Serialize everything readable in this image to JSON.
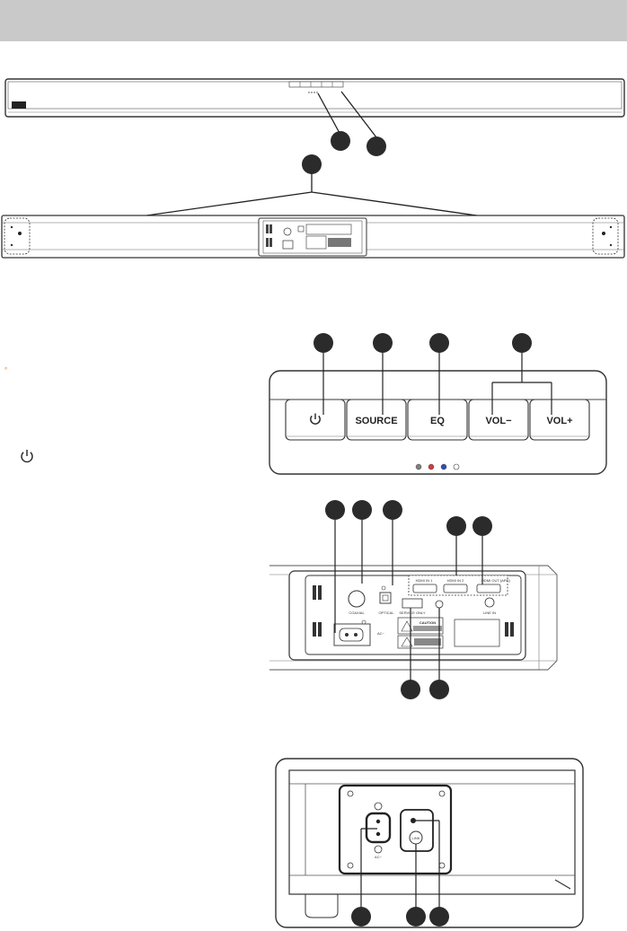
{
  "page": {
    "header_band": ""
  },
  "soundbar_panel": {
    "buttons": [
      {
        "label": "",
        "icon": "power-icon"
      },
      {
        "label": "SOURCE"
      },
      {
        "label": "EQ"
      },
      {
        "label": "VOL−"
      },
      {
        "label": "VOL+"
      }
    ],
    "indicator_colors": [
      "#808080",
      "#d23c3c",
      "#2f4fb0",
      "#ffffff"
    ]
  },
  "rear_panel": {
    "port_labels": {
      "coaxial": "COAXIAL",
      "optical": "OPTICAL",
      "hdmi_in_1": "HDMI IN 1",
      "hdmi_in_2": "HDMI IN 2",
      "hdmi_out": "HDMI OUT (ARC)",
      "service": "SERVICE ONLY",
      "line_in": "LINE IN",
      "ac": "AC~",
      "caution": "CAUTION"
    }
  },
  "subwoofer_panel": {
    "port_labels": {
      "ac": "AC~",
      "link": "LINK"
    }
  },
  "sidebar": {
    "bullet": "°",
    "power_icon": "power-icon"
  },
  "colors": {
    "header": "#c9c9c9",
    "indicator_orange": "#e07a1a",
    "callout": "#2b2b2b"
  }
}
